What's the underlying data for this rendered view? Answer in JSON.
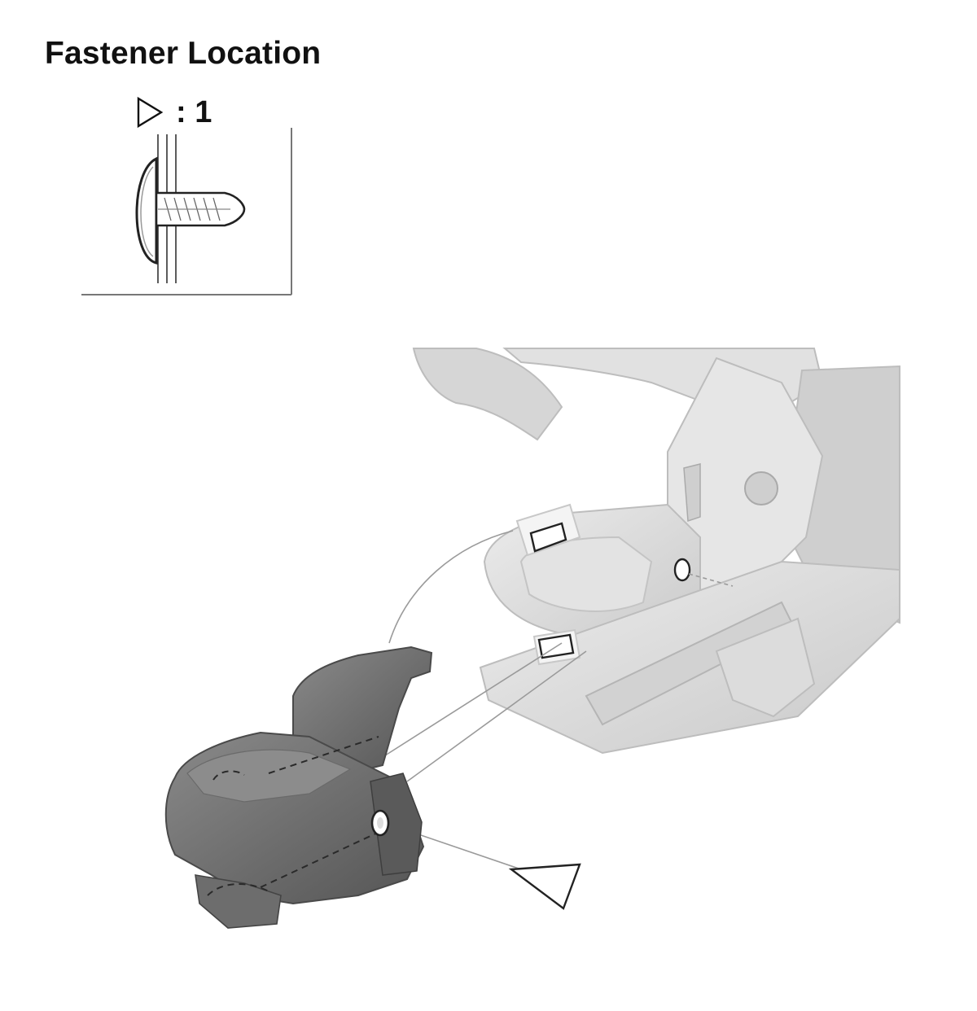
{
  "title": "Fastener Location",
  "legend": {
    "symbol": "hollow-triangle-pointer",
    "count_label": ": 1"
  },
  "callout_marker": "hollow-triangle-pointer",
  "colors": {
    "part_dark": "#6f6f6f",
    "part_light": "#d9d9d9",
    "outline": "#1a1a1a"
  }
}
